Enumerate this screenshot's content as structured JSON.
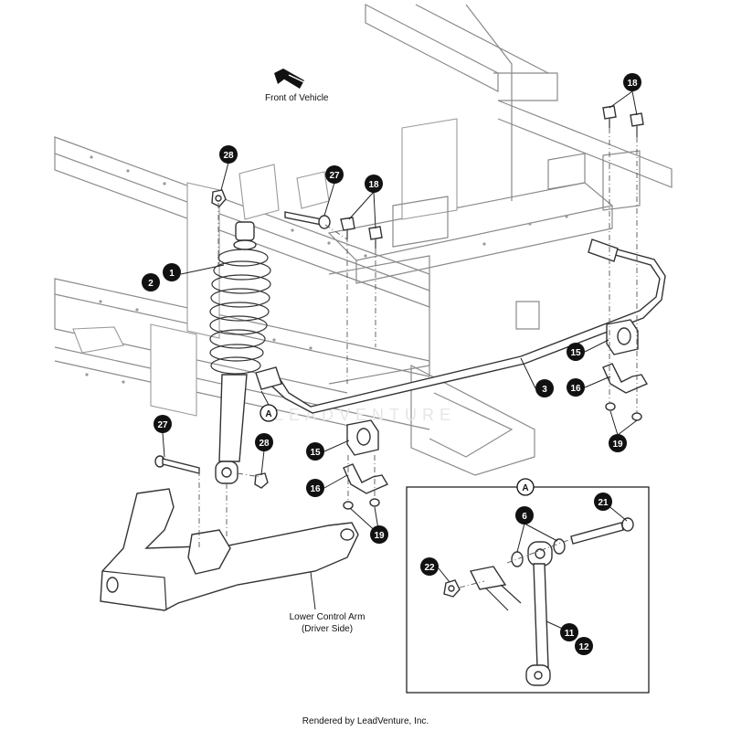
{
  "diagram": {
    "orientation_label": "Front of Vehicle",
    "watermark": "LEADVENTURE",
    "footer": "Rendered by LeadVenture, Inc.",
    "labels": {
      "lower_control_arm_line1": "Lower Control Arm",
      "lower_control_arm_line2": "(Driver Side)"
    },
    "detail_view_letter": "A",
    "callouts": [
      {
        "id": "c28a",
        "text": "28"
      },
      {
        "id": "c27a",
        "text": "27"
      },
      {
        "id": "c18a",
        "text": "18"
      },
      {
        "id": "c18b",
        "text": "18"
      },
      {
        "id": "c1",
        "text": "1"
      },
      {
        "id": "c2",
        "text": "2"
      },
      {
        "id": "c3",
        "text": "3"
      },
      {
        "id": "c15a",
        "text": "15"
      },
      {
        "id": "c16a",
        "text": "16"
      },
      {
        "id": "c19a",
        "text": "19"
      },
      {
        "id": "c27b",
        "text": "27"
      },
      {
        "id": "c28b",
        "text": "28"
      },
      {
        "id": "c15b",
        "text": "15"
      },
      {
        "id": "c16b",
        "text": "16"
      },
      {
        "id": "c19b",
        "text": "19"
      },
      {
        "id": "c21",
        "text": "21"
      },
      {
        "id": "c6",
        "text": "6"
      },
      {
        "id": "c22",
        "text": "22"
      },
      {
        "id": "c11",
        "text": "11"
      },
      {
        "id": "c12",
        "text": "12"
      }
    ]
  }
}
